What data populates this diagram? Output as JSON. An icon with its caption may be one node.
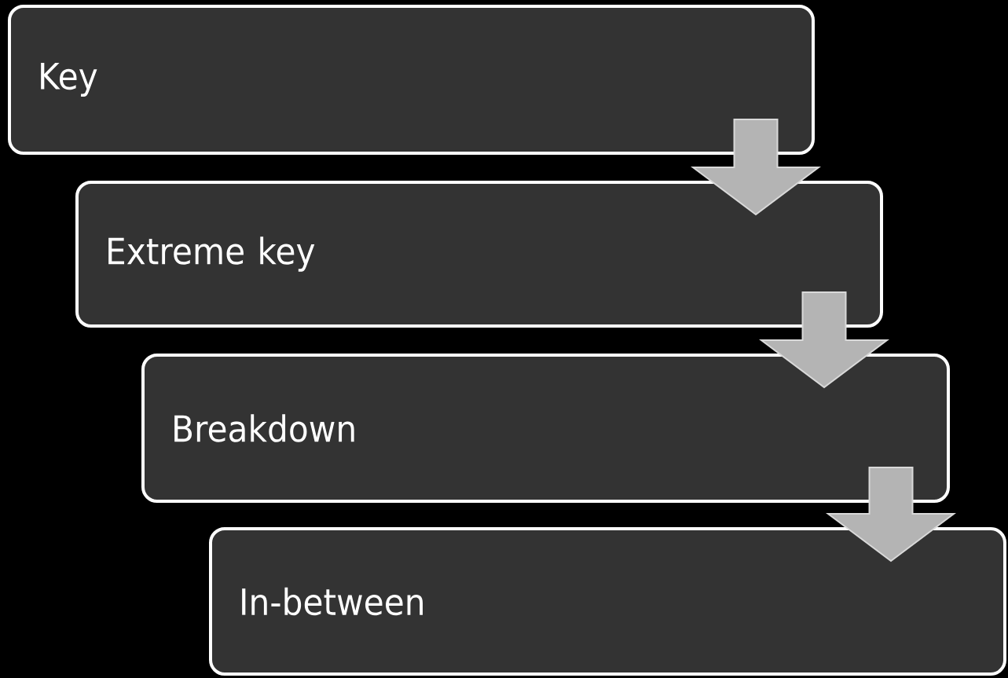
{
  "diagram": {
    "nodes": [
      {
        "text": [
          "Key"
        ]
      },
      {
        "text": [
          "Extreme key"
        ]
      },
      {
        "text": [
          "Breakdown"
        ]
      },
      {
        "text": [
          "In-between"
        ]
      }
    ],
    "edges": [
      {
        "from": 0,
        "to": 1,
        "arrow": "to"
      },
      {
        "from": 1,
        "to": 2,
        "arrow": "to"
      },
      {
        "from": 2,
        "to": 3,
        "arrow": "to"
      }
    ]
  }
}
